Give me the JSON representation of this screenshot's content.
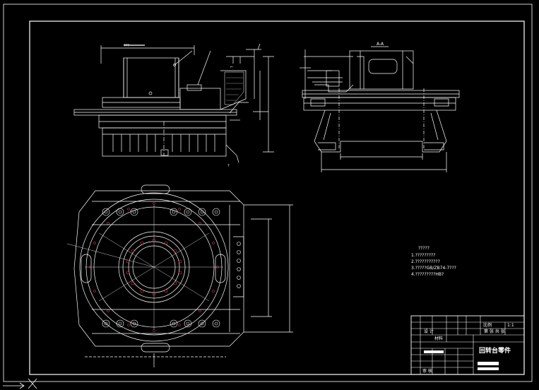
{
  "notes": {
    "title": "?????",
    "lines": [
      "1.?????????",
      "2.???????????",
      "3.?????GB/ZB74-7???",
      "4.?????????HB?"
    ]
  },
  "title_block": {
    "drawing_name": "回转台零件",
    "material_label": "材料",
    "scale_label": "比例",
    "ratio": "1:1",
    "section_label": "A-A",
    "sheet": "第 张  共 张",
    "designer_label": "设 计",
    "checker_label": "审 核"
  },
  "colors": {
    "background": "#000000",
    "lines": "#ffffff"
  }
}
